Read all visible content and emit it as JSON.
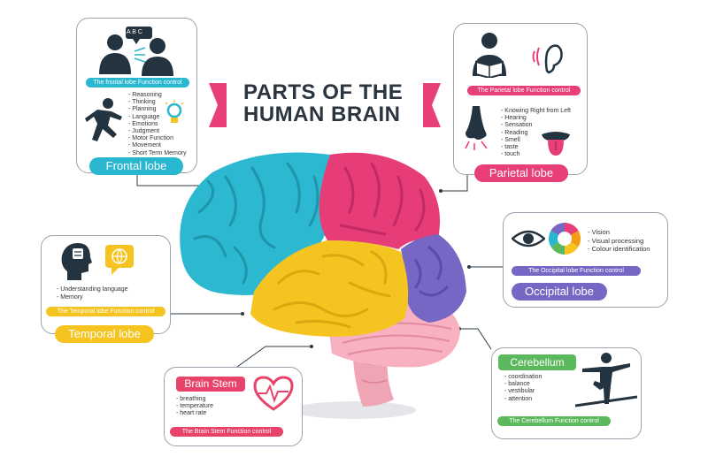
{
  "title": {
    "line1": "PARTS OF THE",
    "line2": "HUMAN BRAIN"
  },
  "colors": {
    "frontal": "#29b6cf",
    "parietal": "#e83e7a",
    "occipital": "#7b6ac7",
    "temporal": "#f4c21f",
    "cerebellum": "#5cb85c",
    "brainstem": "#e8436a",
    "pink": "#e83e7a",
    "dark": "#2b3a45"
  },
  "frontal": {
    "name": "Frontal lobe",
    "function": "The frontal lobe Function control",
    "speech_bubble": "A B C",
    "items": [
      "Reasoning",
      "Thinking",
      "Planning",
      "Language",
      "Emotions",
      "Judgment",
      "Motor Function",
      "Movement",
      "Short Term Memory"
    ],
    "icons": [
      "talking-people-icon",
      "running-person-icon",
      "lightbulb-icon"
    ]
  },
  "parietal": {
    "name": "Parietal lobe",
    "function": "The Parietal lobe Function control",
    "items": [
      "Knowing Right from Left",
      "Hearing",
      "Sensation",
      "Reading",
      "Smell",
      "taste",
      "touch"
    ],
    "icons": [
      "reading-person-icon",
      "ear-icon",
      "nose-icon",
      "tongue-icon"
    ]
  },
  "occipital": {
    "name": "Occipital lobe",
    "function": "The Occipital lobe Function control",
    "items": [
      "Vision",
      "Visual processing",
      "Colour identification"
    ],
    "icons": [
      "eye-icon",
      "color-wheel-icon"
    ]
  },
  "temporal": {
    "name": "Temporal lobe",
    "function": "The Temporal lobe Function control",
    "items": [
      "Understanding language",
      "Memory"
    ],
    "icons": [
      "head-profile-icon",
      "globe-chat-icon"
    ]
  },
  "brainstem": {
    "name": "Brain Stem",
    "function": "The Brain Stem Function control",
    "items": [
      "breathing",
      "temperature",
      "heart rate"
    ],
    "icons": [
      "heart-pulse-icon"
    ]
  },
  "cerebellum": {
    "name": "Cerebellum",
    "function": "The Cerebellum Function control",
    "items": [
      "coordination",
      "balance",
      "vestibular",
      "attention"
    ],
    "icons": [
      "balancing-person-icon"
    ]
  }
}
